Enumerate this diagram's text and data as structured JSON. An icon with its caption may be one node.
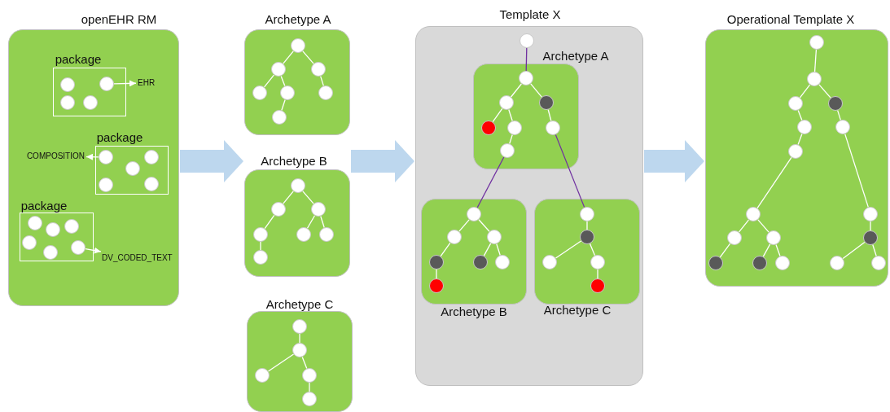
{
  "diagram": {
    "nodes": [
      {
        "text": [
          "openEHR RM"
        ]
      },
      {
        "text": [
          "package"
        ],
        "in": 0
      },
      {
        "text": [],
        "shape": "circle",
        "in": 1
      },
      {
        "text": [],
        "shape": "circle",
        "in": 1
      },
      {
        "text": [],
        "shape": "circle",
        "in": 1
      },
      {
        "text": [],
        "shape": "circle",
        "in": 1
      },
      {
        "text": [
          "EHR"
        ],
        "in": 0
      },
      {
        "text": [
          "package"
        ],
        "in": 0
      },
      {
        "text": [
          "COMPOSITION"
        ],
        "in": 0
      },
      {
        "text": [],
        "shape": "circle",
        "in": 7
      },
      {
        "text": [],
        "shape": "circle",
        "in": 7
      },
      {
        "text": [],
        "shape": "circle",
        "in": 7
      },
      {
        "text": [],
        "shape": "circle",
        "in": 7
      },
      {
        "text": [],
        "shape": "circle",
        "in": 7
      },
      {
        "text": [
          "package"
        ],
        "in": 0
      },
      {
        "text": [],
        "shape": "circle",
        "in": 14
      },
      {
        "text": [],
        "shape": "circle",
        "in": 14
      },
      {
        "text": [],
        "shape": "circle",
        "in": 14
      },
      {
        "text": [],
        "shape": "circle",
        "in": 14
      },
      {
        "text": [],
        "shape": "circle",
        "in": 14
      },
      {
        "text": [],
        "shape": "circle",
        "in": 14
      },
      {
        "text": [
          "DV_CODED_TEXT"
        ],
        "in": 0
      },
      {
        "text": [
          "Archetype A"
        ]
      },
      {
        "text": [],
        "shape": "circle",
        "in": 22
      },
      {
        "text": [],
        "shape": "circle",
        "in": 22
      },
      {
        "text": [],
        "shape": "circle",
        "in": 22
      },
      {
        "text": [],
        "shape": "circle",
        "in": 22
      },
      {
        "text": [],
        "shape": "circle",
        "in": 22
      },
      {
        "text": [],
        "shape": "circle",
        "in": 22
      },
      {
        "text": [],
        "shape": "circle",
        "in": 22
      },
      {
        "text": [
          "Archetype B"
        ]
      },
      {
        "text": [],
        "shape": "circle",
        "in": 30
      },
      {
        "text": [],
        "shape": "circle",
        "in": 30
      },
      {
        "text": [],
        "shape": "circle",
        "in": 30
      },
      {
        "text": [],
        "shape": "circle",
        "in": 30
      },
      {
        "text": [],
        "shape": "circle",
        "in": 30
      },
      {
        "text": [],
        "shape": "circle",
        "in": 30
      },
      {
        "text": [],
        "shape": "circle",
        "in": 30
      },
      {
        "text": [
          "Archetype C"
        ]
      },
      {
        "text": [],
        "shape": "circle",
        "in": 38
      },
      {
        "text": [],
        "shape": "circle",
        "in": 38
      },
      {
        "text": [],
        "shape": "circle",
        "in": 38
      },
      {
        "text": [],
        "shape": "circle",
        "in": 38
      },
      {
        "text": [],
        "shape": "circle",
        "in": 38
      },
      {
        "text": [
          "Template X"
        ]
      },
      {
        "text": [],
        "shape": "circle",
        "in": 44
      },
      {
        "text": [
          "Archetype A"
        ],
        "in": 44
      },
      {
        "text": [],
        "shape": "circle",
        "in": 46
      },
      {
        "text": [],
        "shape": "circle",
        "in": 46
      },
      {
        "text": [],
        "shape": "circle",
        "in": 46
      },
      {
        "text": [],
        "shape": "circle",
        "in": 46
      },
      {
        "text": [],
        "shape": "circle",
        "in": 46
      },
      {
        "text": [],
        "shape": "circle",
        "in": 46
      },
      {
        "text": [],
        "shape": "circle",
        "in": 46
      },
      {
        "text": [
          "Archetype B"
        ],
        "in": 44
      },
      {
        "text": [],
        "shape": "circle",
        "in": 54
      },
      {
        "text": [],
        "shape": "circle",
        "in": 54
      },
      {
        "text": [],
        "shape": "circle",
        "in": 54
      },
      {
        "text": [],
        "shape": "circle",
        "in": 54
      },
      {
        "text": [],
        "shape": "circle",
        "in": 54
      },
      {
        "text": [],
        "shape": "circle",
        "in": 54
      },
      {
        "text": [],
        "shape": "circle",
        "in": 54
      },
      {
        "text": [
          "Archetype C"
        ],
        "in": 44
      },
      {
        "text": [],
        "shape": "circle",
        "in": 62
      },
      {
        "text": [],
        "shape": "circle",
        "in": 62
      },
      {
        "text": [],
        "shape": "circle",
        "in": 62
      },
      {
        "text": [],
        "shape": "circle",
        "in": 62
      },
      {
        "text": [],
        "shape": "circle",
        "in": 62
      },
      {
        "text": [
          "Operational Template X"
        ]
      },
      {
        "text": [],
        "shape": "circle",
        "in": 68
      },
      {
        "text": [],
        "shape": "circle",
        "in": 68
      },
      {
        "text": [],
        "shape": "circle",
        "in": 68
      },
      {
        "text": [],
        "shape": "circle",
        "in": 68
      },
      {
        "text": [],
        "shape": "circle",
        "in": 68
      },
      {
        "text": [],
        "shape": "circle",
        "in": 68
      },
      {
        "text": [],
        "shape": "circle",
        "in": 68
      },
      {
        "text": [],
        "shape": "circle",
        "in": 68
      },
      {
        "text": [],
        "shape": "circle",
        "in": 68
      },
      {
        "text": [],
        "shape": "circle",
        "in": 68
      },
      {
        "text": [],
        "shape": "circle",
        "in": 68
      },
      {
        "text": [],
        "shape": "circle",
        "in": 68
      },
      {
        "text": [],
        "shape": "circle",
        "in": 68
      },
      {
        "text": [],
        "shape": "circle",
        "in": 68
      },
      {
        "text": [],
        "shape": "circle",
        "in": 68
      },
      {
        "text": [],
        "shape": "circle",
        "in": 68
      },
      {
        "text": [],
        "shape": "circle",
        "in": 68
      }
    ],
    "edges": [
      {
        "from": 3,
        "to": 6,
        "arrow": "to"
      },
      {
        "from": 9,
        "to": 8,
        "arrow": "to"
      },
      {
        "from": 19,
        "to": 21,
        "arrow": "to"
      },
      {
        "from": 23,
        "to": 24,
        "arrow": "none"
      },
      {
        "from": 23,
        "to": 25,
        "arrow": "none"
      },
      {
        "from": 24,
        "to": 26,
        "arrow": "none"
      },
      {
        "from": 24,
        "to": 27,
        "arrow": "none"
      },
      {
        "from": 27,
        "to": 29,
        "arrow": "none"
      },
      {
        "from": 25,
        "to": 28,
        "arrow": "none"
      },
      {
        "from": 31,
        "to": 32,
        "arrow": "none"
      },
      {
        "from": 31,
        "to": 33,
        "arrow": "none"
      },
      {
        "from": 32,
        "to": 34,
        "arrow": "none"
      },
      {
        "from": 34,
        "to": 37,
        "arrow": "none"
      },
      {
        "from": 33,
        "to": 35,
        "arrow": "none"
      },
      {
        "from": 33,
        "to": 36,
        "arrow": "none"
      },
      {
        "from": 39,
        "to": 40,
        "arrow": "none"
      },
      {
        "from": 40,
        "to": 41,
        "arrow": "none"
      },
      {
        "from": 40,
        "to": 42,
        "arrow": "none"
      },
      {
        "from": 42,
        "to": 43,
        "arrow": "none"
      },
      {
        "from": 45,
        "to": 47,
        "arrow": "none",
        "color": "#7030a0"
      },
      {
        "from": 47,
        "to": 48,
        "arrow": "none"
      },
      {
        "from": 47,
        "to": 49,
        "arrow": "none"
      },
      {
        "from": 48,
        "to": 50,
        "arrow": "none"
      },
      {
        "from": 48,
        "to": 51,
        "arrow": "none"
      },
      {
        "from": 51,
        "to": 53,
        "arrow": "none"
      },
      {
        "from": 49,
        "to": 52,
        "arrow": "none"
      },
      {
        "from": 53,
        "to": 55,
        "arrow": "none",
        "color": "#7030a0"
      },
      {
        "from": 52,
        "to": 63,
        "arrow": "none",
        "color": "#7030a0"
      },
      {
        "from": 55,
        "to": 56,
        "arrow": "none"
      },
      {
        "from": 55,
        "to": 57,
        "arrow": "none"
      },
      {
        "from": 56,
        "to": 58,
        "arrow": "none"
      },
      {
        "from": 58,
        "to": 61,
        "arrow": "none"
      },
      {
        "from": 57,
        "to": 59,
        "arrow": "none"
      },
      {
        "from": 57,
        "to": 60,
        "arrow": "none"
      },
      {
        "from": 63,
        "to": 64,
        "arrow": "none"
      },
      {
        "from": 64,
        "to": 65,
        "arrow": "none"
      },
      {
        "from": 64,
        "to": 66,
        "arrow": "none"
      },
      {
        "from": 66,
        "to": 67,
        "arrow": "none"
      },
      {
        "from": 69,
        "to": 70,
        "arrow": "none"
      },
      {
        "from": 70,
        "to": 71,
        "arrow": "none"
      },
      {
        "from": 70,
        "to": 72,
        "arrow": "none"
      },
      {
        "from": 71,
        "to": 73,
        "arrow": "none"
      },
      {
        "from": 73,
        "to": 75,
        "arrow": "none"
      },
      {
        "from": 75,
        "to": 76,
        "arrow": "none"
      },
      {
        "from": 76,
        "to": 78,
        "arrow": "none"
      },
      {
        "from": 76,
        "to": 79,
        "arrow": "none"
      },
      {
        "from": 78,
        "to": 81,
        "arrow": "none"
      },
      {
        "from": 79,
        "to": 82,
        "arrow": "none"
      },
      {
        "from": 79,
        "to": 83,
        "arrow": "none"
      },
      {
        "from": 72,
        "to": 74,
        "arrow": "none"
      },
      {
        "from": 74,
        "to": 77,
        "arrow": "none"
      },
      {
        "from": 77,
        "to": 80,
        "arrow": "none"
      },
      {
        "from": 80,
        "to": 84,
        "arrow": "none"
      },
      {
        "from": 80,
        "to": 85,
        "arrow": "none"
      },
      {
        "from": 0,
        "to": 30,
        "arrow": "to",
        "style": "thick",
        "color": "#bdd7ee"
      },
      {
        "from": 30,
        "to": 44,
        "arrow": "to",
        "style": "thick",
        "color": "#bdd7ee"
      },
      {
        "from": 44,
        "to": 68,
        "arrow": "to",
        "style": "thick",
        "color": "#bdd7ee"
      }
    ]
  }
}
